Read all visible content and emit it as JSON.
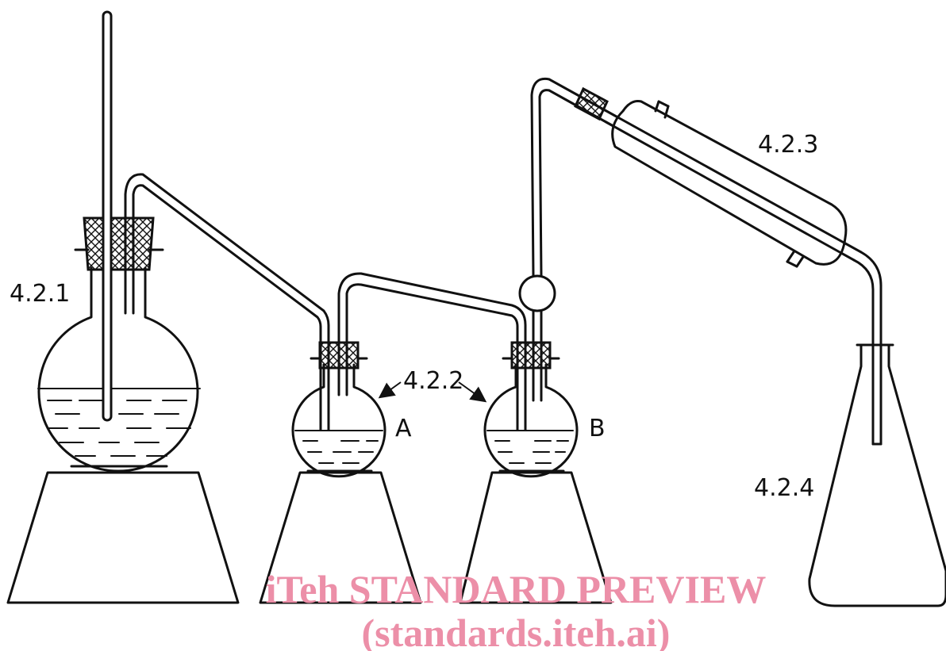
{
  "labels": {
    "flask_source": "4.2.1",
    "wash_bottles": "4.2.2",
    "bottle_a": "A",
    "bottle_b": "B",
    "condenser": "4.2.3",
    "receiver": "4.2.4"
  },
  "watermark": {
    "line1": "iTeh STANDARD PREVIEW",
    "line2": "(standards.iteh.ai)",
    "color": "#ec8fa8"
  },
  "colors": {
    "ink": "#111111",
    "background": "#ffffff"
  }
}
